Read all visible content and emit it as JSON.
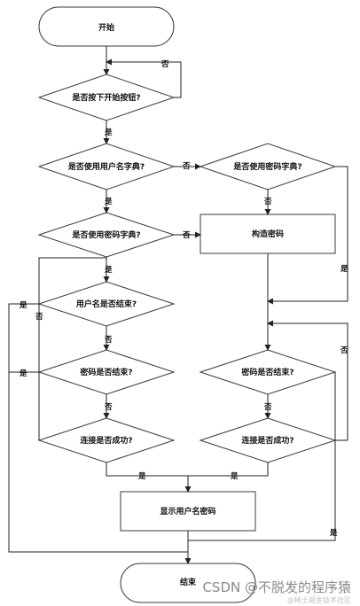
{
  "nodes": {
    "start": "开始",
    "check_start_button": "是否按下开始按钮?",
    "use_username_dict": "是否使用用户名字典?",
    "use_password_dict_right": "是否使用密码字典?",
    "use_password_dict_left": "是否使用密码字典?",
    "construct_password": "构造密码",
    "username_done": "用户名是否结束?",
    "password_done_left": "密码是否结束?",
    "password_done_right": "密码是否结束?",
    "connect_ok_left": "连接是否成功?",
    "connect_ok_right": "连接是否成功?",
    "show_credentials": "显示用户名密码",
    "end": "结束"
  },
  "labels": {
    "yes": "是",
    "no": "否"
  },
  "watermark": {
    "main": "CSDN @不脱发的程序猿",
    "sub": "@稀土掘金技术社区"
  }
}
